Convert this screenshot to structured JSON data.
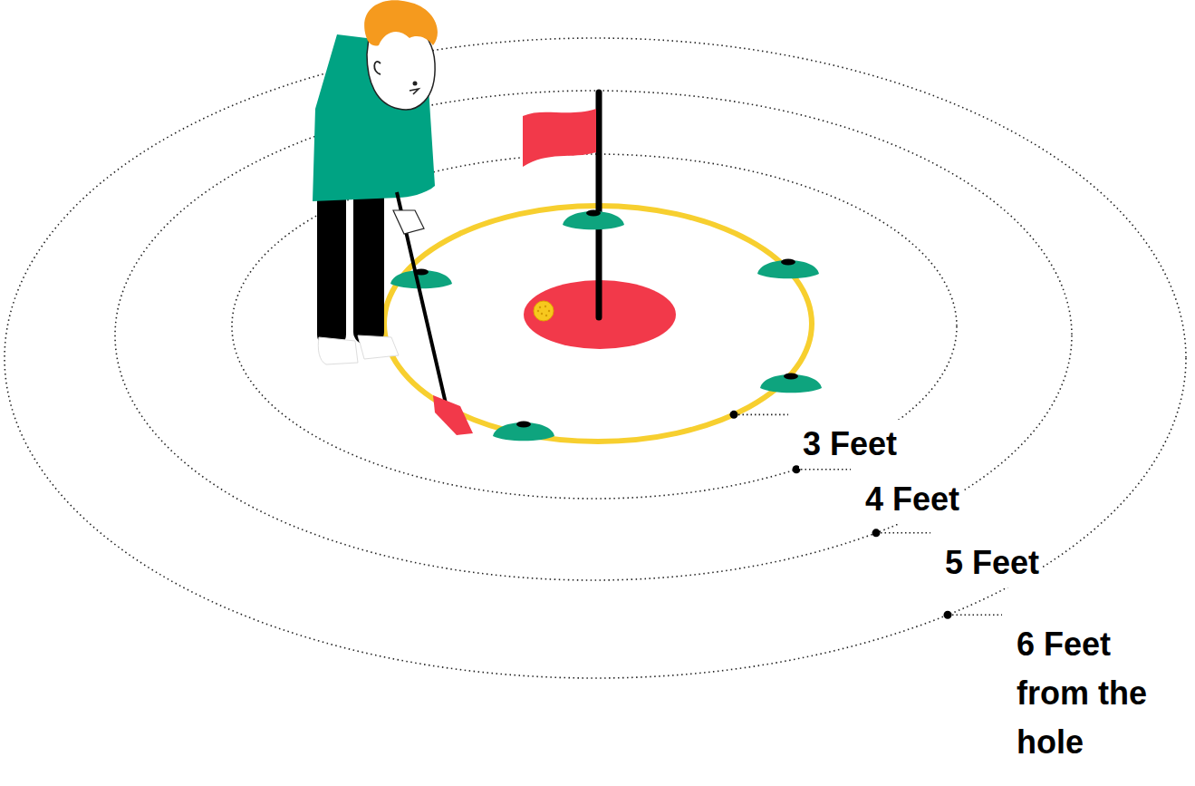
{
  "diagram": {
    "labels": [
      "3 Feet",
      "4 Feet",
      "5 Feet",
      "6 Feet from the hole"
    ]
  }
}
